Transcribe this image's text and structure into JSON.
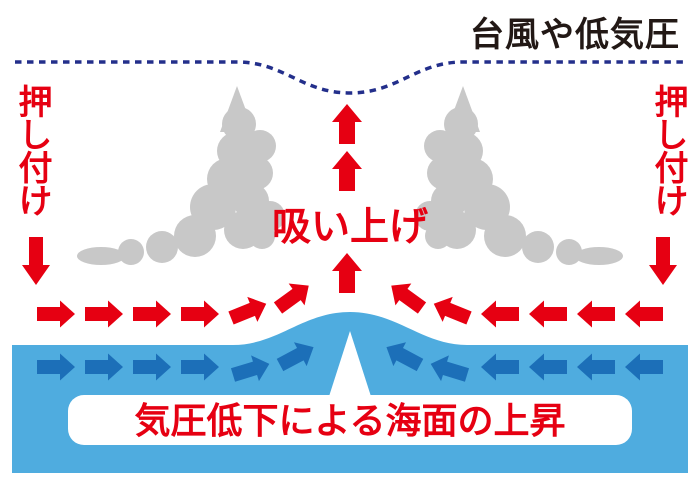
{
  "diagram": {
    "title": "台風や低気圧",
    "labels": {
      "press_left": "押し付け",
      "press_right": "押し付け",
      "suction": "吸い上げ",
      "sea_rise": "気圧低下による海面の上昇"
    },
    "icons": {
      "up_arrows": "red-up-arrow",
      "down_arrows": "red-down-arrow",
      "air_flow": "red-converging-arrows",
      "water_flow": "blue-converging-arrows",
      "clouds": "cumulonimbus-cloud",
      "isobar": "dashed-pressure-line",
      "bulge": "sea-surface-bulge"
    },
    "colors": {
      "red": "#E60012",
      "sea_blue": "#4FACDF",
      "arrow_blue": "#1C6FB8",
      "cloud_gray": "#C8C8C8",
      "isobar_navy": "#232F8B",
      "title_black": "#221815",
      "background": "#FFFFFF"
    }
  }
}
